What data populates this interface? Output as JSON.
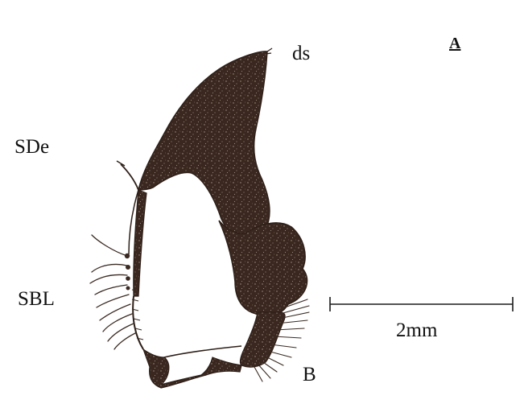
{
  "figure": {
    "panel_label": "A",
    "labels": {
      "ds": "ds",
      "sde": "SDe",
      "sbl": "SBL",
      "b": "B"
    },
    "scale_bar": {
      "text": "2mm"
    },
    "colors": {
      "specimen_fill": "#3a2820",
      "specimen_speckle": "#9a8a80",
      "setae_stroke": "#3a2a22",
      "background": "#ffffff"
    }
  }
}
